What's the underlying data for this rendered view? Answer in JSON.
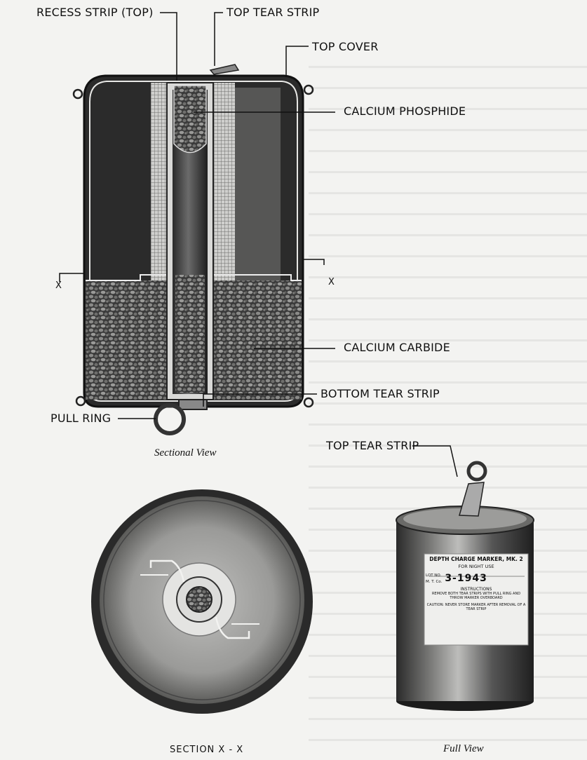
{
  "labels": {
    "recess_strip": "RECESS STRIP (TOP)",
    "top_tear_strip": "TOP TEAR STRIP",
    "top_cover": "TOP COVER",
    "calcium_phosphide": "CALCIUM PHOSPHIDE",
    "calcium_carbide": "CALCIUM CARBIDE",
    "bottom_tear_strip": "BOTTOM TEAR STRIP",
    "pull_ring": "PULL RING",
    "top_tear_strip_full": "TOP TEAR STRIP",
    "section_marker_left": "X",
    "section_marker_right": "X"
  },
  "captions": {
    "sectional_view": "Sectional View",
    "section_xx": "SECTION X - X",
    "full_view": "Full View"
  },
  "can_label": {
    "title": "DEPTH CHARGE MARKER, MK. 2",
    "subtitle": "FOR NIGHT USE",
    "lot_no": "LOT NO.",
    "mfr": "M. T. Co.",
    "code": "3-1943",
    "instructions_head": "INSTRUCTIONS",
    "instructions_body": "REMOVE BOTH TEAR STRIPS WITH PULL RING AND THROW MARKER OVERBOARD",
    "caution": "CAUTION: NEVER STORE MARKER AFTER REMOVAL OF A TEAR STRIP"
  }
}
